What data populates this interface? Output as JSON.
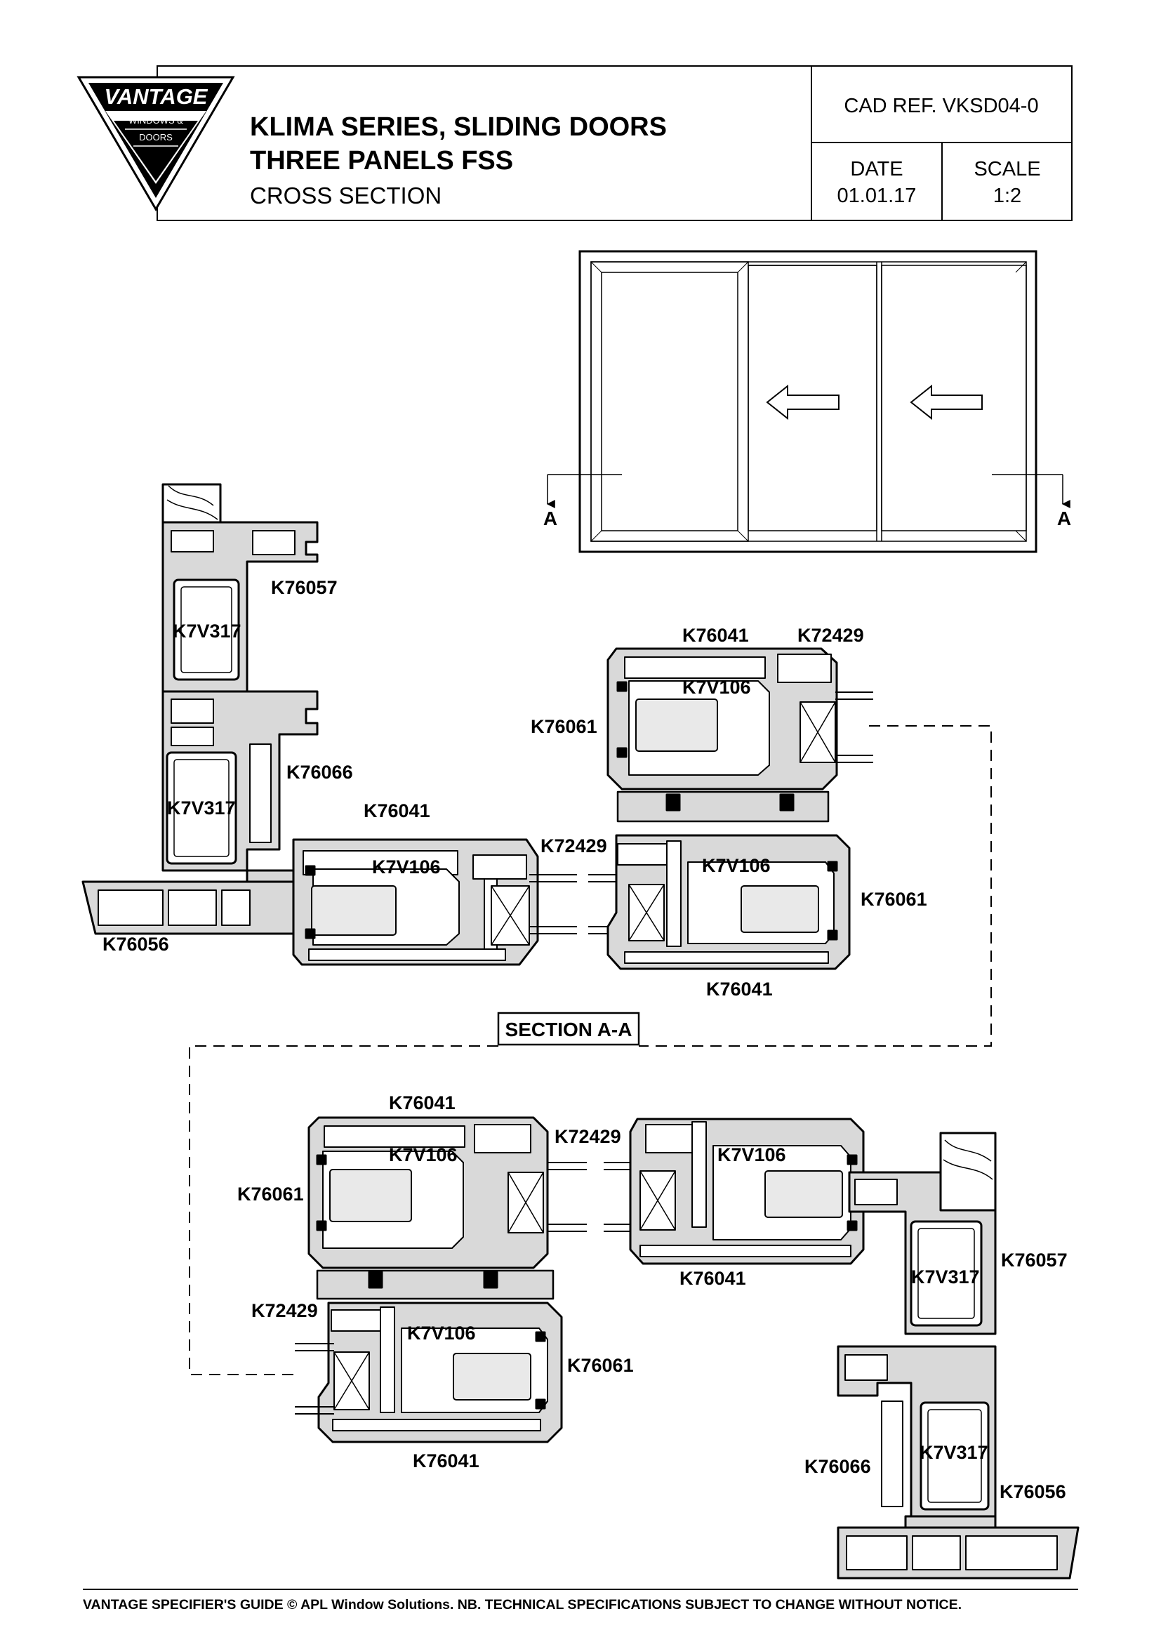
{
  "logo": {
    "brand": "VANTAGE",
    "line1": "WINDOWS &",
    "line2": "DOORS"
  },
  "title_block": {
    "line1": "KLIMA SERIES, SLIDING DOORS",
    "line2": "THREE PANELS FSS",
    "line3": "CROSS SECTION",
    "cad_ref": "CAD REF.  VKSD04-0",
    "date_label": "DATE",
    "date_value": "01.01.17",
    "scale_label": "SCALE",
    "scale_value": "1:2"
  },
  "elevation": {
    "section_mark_left": "A",
    "section_mark_right": "A"
  },
  "section": {
    "title": "SECTION A-A"
  },
  "labels": {
    "k76057_a": "K76057",
    "k7v317_a": "K7V317",
    "k76066_a": "K76066",
    "k7v317_b": "K7V317",
    "k76056_a": "K76056",
    "k76041_a": "K76041",
    "k7v106_a": "K7V106",
    "k72429_a": "K72429",
    "k76041_b": "K76041",
    "k72429_b": "K72429",
    "k7v106_b": "K7V106",
    "k76061_a": "K76061",
    "k7v106_c": "K7V106",
    "k76061_b": "K76061",
    "k76041_c": "K76041",
    "k76041_d": "K76041",
    "k72429_c": "K72429",
    "k7v106_d": "K7V106",
    "k76061_c": "K76061",
    "k7v106_e": "K7V106",
    "k76041_e": "K76041",
    "k76057_b": "K76057",
    "k7v317_c": "K7V317",
    "k72429_d": "K72429",
    "k7v106_f": "K7V106",
    "k76061_d": "K76061",
    "k76041_f": "K76041",
    "k76066_b": "K76066",
    "k7v317_d": "K7V317",
    "k76056_b": "K76056"
  },
  "footer": {
    "text": "VANTAGE SPECIFIER'S GUIDE  © APL Window Solutions. NB. TECHNICAL SPECIFICATIONS SUBJECT TO CHANGE WITHOUT NOTICE."
  }
}
